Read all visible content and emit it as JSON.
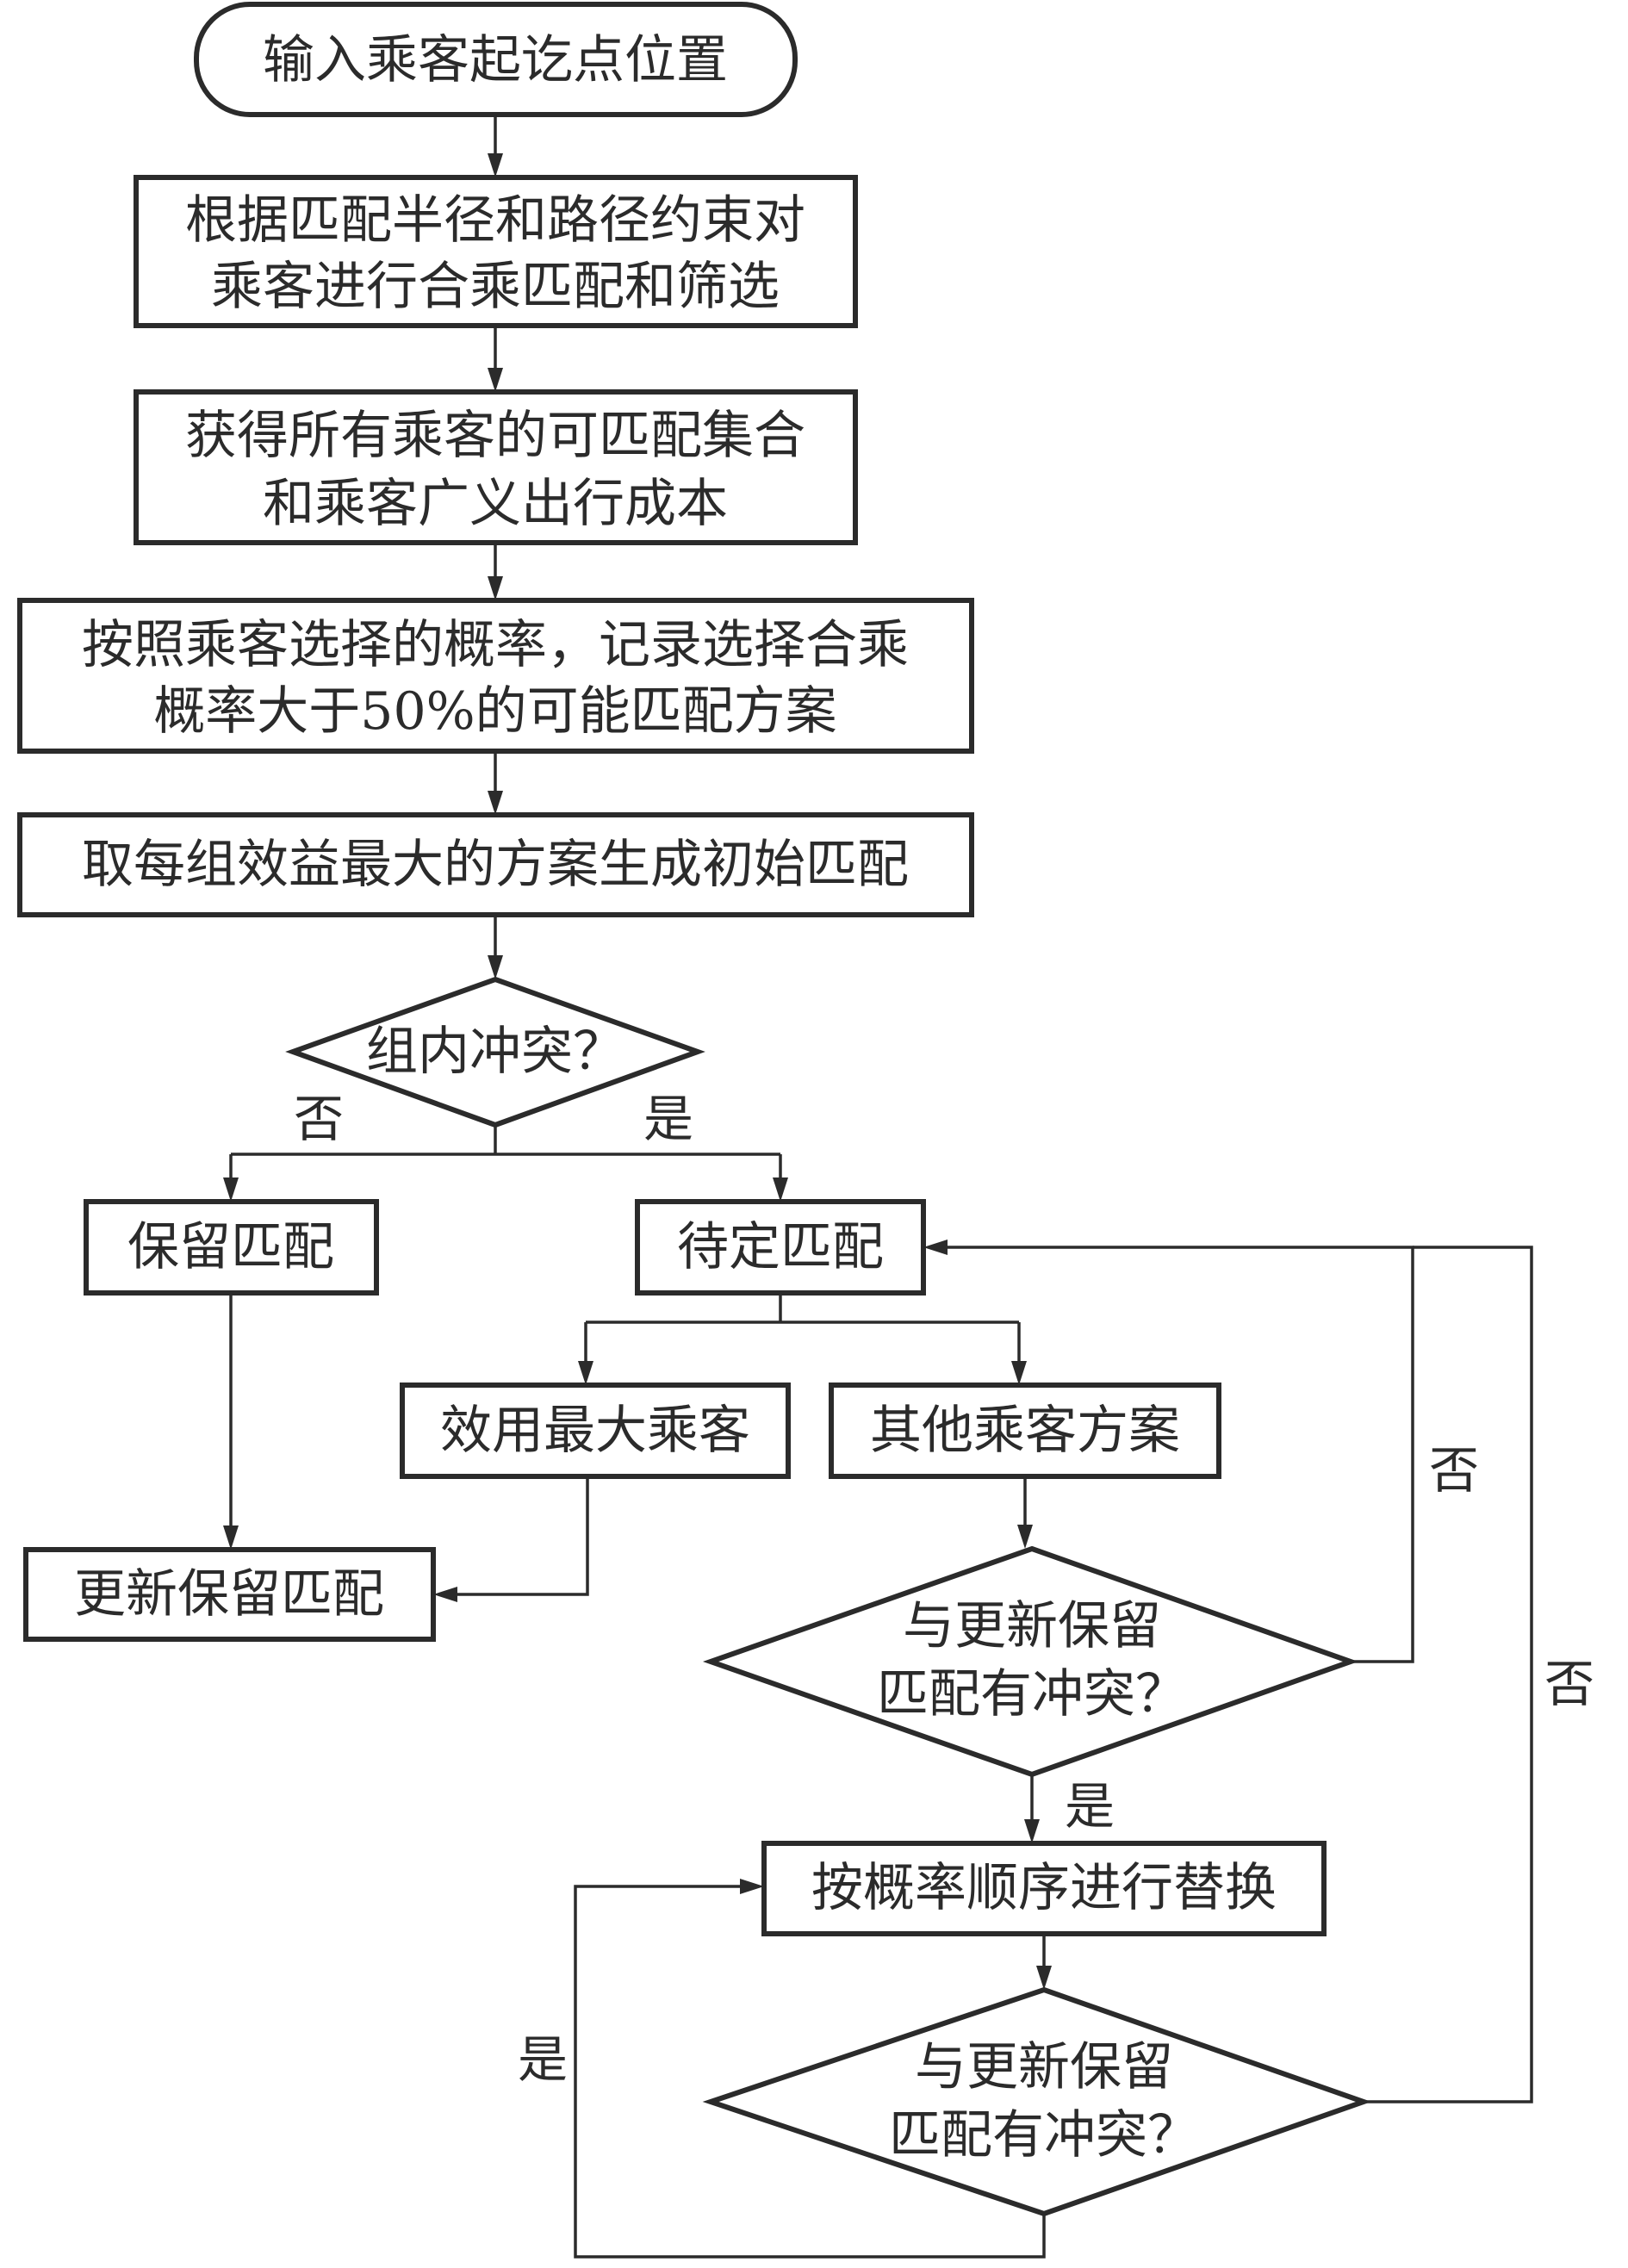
{
  "nodes": {
    "input": "输入乘客起讫点位置",
    "filter_line1": "根据匹配半径和路径约束对",
    "filter_line2": "乘客进行合乘匹配和筛选",
    "collect_line1": "获得所有乘客的可匹配集合",
    "collect_line2": "和乘客广义出行成本",
    "record_line1": "按照乘客选择的概率，记录选择合乘",
    "record_line2": "概率大于50%的可能匹配方案",
    "initial": "取每组效益最大的方案生成初始匹配",
    "conflict_in_group": "组内冲突？",
    "keep": "保留匹配",
    "pending": "待定匹配",
    "max_utility": "效用最大乘客",
    "other_plans": "其他乘客方案",
    "update_keep": "更新保留匹配",
    "check1_line1": "与更新保留",
    "check1_line2": "匹配有冲突？",
    "replace": "按概率顺序进行替换",
    "check2_line1": "与更新保留",
    "check2_line2": "匹配有冲突？"
  },
  "edge_labels": {
    "group_no": "否",
    "group_yes": "是",
    "check1_no": "否",
    "check1_yes": "是",
    "check2_no": "否",
    "check2_yes": "是"
  }
}
